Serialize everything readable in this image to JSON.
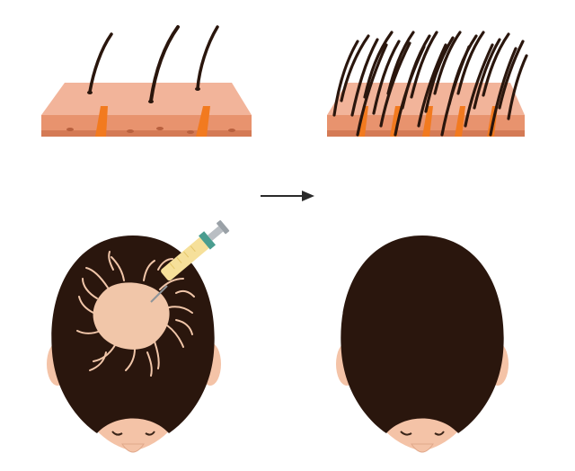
{
  "illustration": {
    "panels": [
      {
        "id": "before-skin",
        "label": ""
      },
      {
        "id": "after-skin",
        "label": ""
      },
      {
        "id": "before-head",
        "label": ""
      },
      {
        "id": "after-head",
        "label": ""
      }
    ],
    "arrow": {
      "direction": "right"
    },
    "colors": {
      "skin_top": "#f2b49a",
      "skin_front": "#e38e6a",
      "skin_dark_band": "#c8724c",
      "follicle_orange": "#f27a1f",
      "hair": "#2a160d",
      "scalp_face": "#f4c3a7",
      "syringe_body": "#f6e09a",
      "syringe_cap": "#4a9d8f",
      "syringe_metal": "#b9bec3"
    },
    "icons": [
      "skin-cross-section-sparse",
      "skin-cross-section-dense",
      "arrow-right-icon",
      "syringe-icon",
      "head-top-view"
    ]
  }
}
